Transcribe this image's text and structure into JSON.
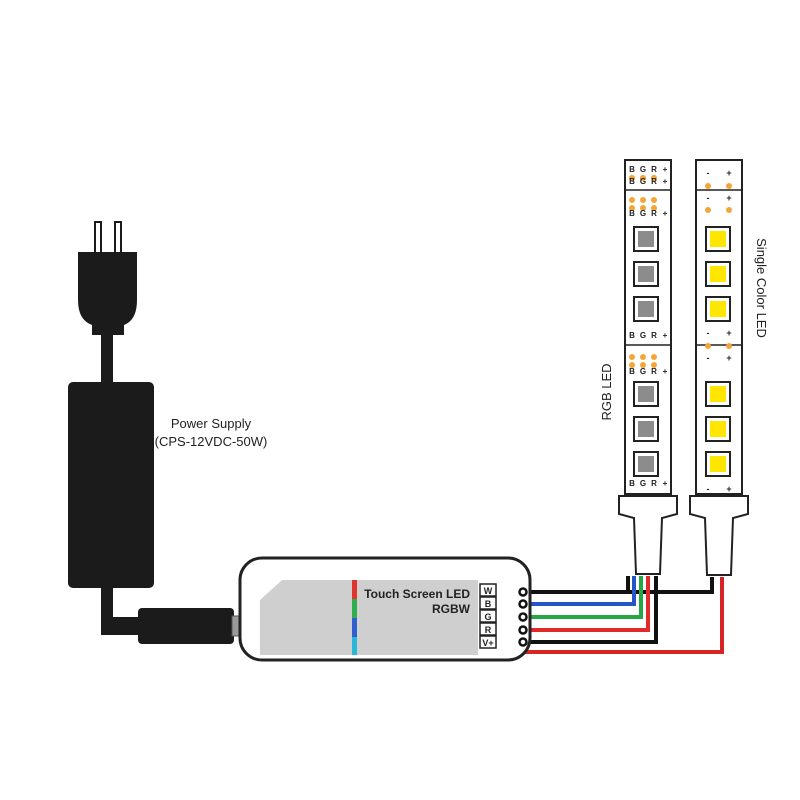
{
  "power_supply": {
    "label_line1": "Power Supply",
    "label_line2": "(CPS-12VDC-50W)"
  },
  "controller": {
    "title": "Touch Screen LED",
    "subtitle": "RGBW",
    "terminals": [
      "W",
      "B",
      "G",
      "R",
      "V+"
    ],
    "accent_colors": [
      "#e0342f",
      "#2fae4f",
      "#2f5fd0",
      "#28b8d8"
    ]
  },
  "rgb_strip": {
    "label": "RGB LED",
    "pad_labels": [
      "B",
      "G",
      "R",
      "+"
    ]
  },
  "single_strip": {
    "label": "Single Color LED",
    "pad_labels": [
      "-",
      "+"
    ]
  },
  "wires": {
    "W": "#111111",
    "B": "#2456c8",
    "G": "#23a843",
    "R": "#e02a2a",
    "V+_rgb": "#111111",
    "V+_single": "#d42424"
  },
  "colors": {
    "adapter": "#1b1b1b",
    "controller_face": "#cfcfcf",
    "rgb_chip": "#8c8c8c",
    "single_chip": "#ffe600",
    "solder_pad": "#f3a637"
  }
}
